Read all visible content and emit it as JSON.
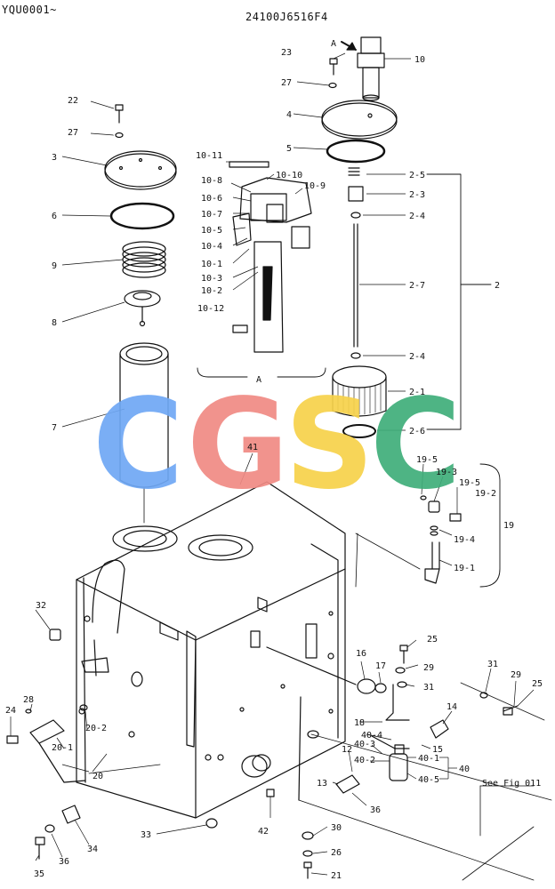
{
  "header": {
    "left_code": "YQU0001~",
    "drawing_number": "24100J6516F4"
  },
  "detail_view": {
    "marker": "A",
    "caption": "A"
  },
  "watermark": {
    "letters": [
      "C",
      "G",
      "S",
      "C"
    ],
    "colors": [
      "#6fa8f5",
      "#f08a84",
      "#f7d24a",
      "#3fae7a"
    ]
  },
  "reference_note": "See Fig 011",
  "callouts": [
    {
      "id": "c1",
      "text": "23"
    },
    {
      "id": "c2",
      "text": "10"
    },
    {
      "id": "c3",
      "text": "27"
    },
    {
      "id": "c4",
      "text": "4"
    },
    {
      "id": "c5",
      "text": "5"
    },
    {
      "id": "c6",
      "text": "22"
    },
    {
      "id": "c7",
      "text": "27"
    },
    {
      "id": "c8",
      "text": "3"
    },
    {
      "id": "c9",
      "text": "6"
    },
    {
      "id": "c10",
      "text": "9"
    },
    {
      "id": "c11",
      "text": "8"
    },
    {
      "id": "c12",
      "text": "7"
    },
    {
      "id": "c13",
      "text": "10-11"
    },
    {
      "id": "c14",
      "text": "10-10"
    },
    {
      "id": "c15",
      "text": "10-8"
    },
    {
      "id": "c16",
      "text": "10-9"
    },
    {
      "id": "c17",
      "text": "10-6"
    },
    {
      "id": "c18",
      "text": "10-7"
    },
    {
      "id": "c19",
      "text": "10-5"
    },
    {
      "id": "c20",
      "text": "10-4"
    },
    {
      "id": "c21",
      "text": "10-1"
    },
    {
      "id": "c22",
      "text": "10-3"
    },
    {
      "id": "c23",
      "text": "10-2"
    },
    {
      "id": "c24",
      "text": "10-12"
    },
    {
      "id": "c25",
      "text": "2-5"
    },
    {
      "id": "c26",
      "text": "2-3"
    },
    {
      "id": "c27",
      "text": "2-4"
    },
    {
      "id": "c28",
      "text": "2-7"
    },
    {
      "id": "c29",
      "text": "2"
    },
    {
      "id": "c30",
      "text": "2-4"
    },
    {
      "id": "c31",
      "text": "2-1"
    },
    {
      "id": "c32",
      "text": "2-6"
    },
    {
      "id": "c33",
      "text": "41"
    },
    {
      "id": "c34",
      "text": "19-5"
    },
    {
      "id": "c35",
      "text": "19-3"
    },
    {
      "id": "c36",
      "text": "19-5"
    },
    {
      "id": "c37",
      "text": "19-2"
    },
    {
      "id": "c38",
      "text": "19"
    },
    {
      "id": "c39",
      "text": "19-4"
    },
    {
      "id": "c40",
      "text": "19-1"
    },
    {
      "id": "c41",
      "text": "32"
    },
    {
      "id": "c42",
      "text": "25"
    },
    {
      "id": "c43",
      "text": "16"
    },
    {
      "id": "c44",
      "text": "17"
    },
    {
      "id": "c45",
      "text": "29"
    },
    {
      "id": "c46",
      "text": "31"
    },
    {
      "id": "c47",
      "text": "31"
    },
    {
      "id": "c48",
      "text": "29"
    },
    {
      "id": "c49",
      "text": "25"
    },
    {
      "id": "c50",
      "text": "28"
    },
    {
      "id": "c51",
      "text": "24"
    },
    {
      "id": "c52",
      "text": "20-2"
    },
    {
      "id": "c53",
      "text": "20-1"
    },
    {
      "id": "c54",
      "text": "20"
    },
    {
      "id": "c55",
      "text": "14"
    },
    {
      "id": "c56",
      "text": "18"
    },
    {
      "id": "c57",
      "text": "40-4"
    },
    {
      "id": "c58",
      "text": "15"
    },
    {
      "id": "c59",
      "text": "12"
    },
    {
      "id": "c60",
      "text": "40-3"
    },
    {
      "id": "c61",
      "text": "40-2"
    },
    {
      "id": "c62",
      "text": "40-1"
    },
    {
      "id": "c63",
      "text": "40"
    },
    {
      "id": "c64",
      "text": "40-5"
    },
    {
      "id": "c65",
      "text": "13"
    },
    {
      "id": "c66",
      "text": "36"
    },
    {
      "id": "c67",
      "text": "42"
    },
    {
      "id": "c68",
      "text": "33"
    },
    {
      "id": "c69",
      "text": "30"
    },
    {
      "id": "c70",
      "text": "26"
    },
    {
      "id": "c71",
      "text": "21"
    },
    {
      "id": "c72",
      "text": "34"
    },
    {
      "id": "c73",
      "text": "35"
    },
    {
      "id": "c74",
      "text": "36"
    }
  ]
}
